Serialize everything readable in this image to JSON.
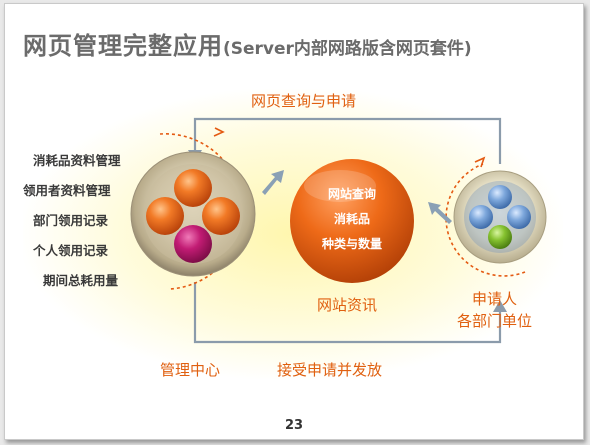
{
  "title": {
    "main": "网页管理完整应用",
    "sub": "(Server内部网路版含网页套件)"
  },
  "flows": {
    "top": "网页查询与申请",
    "bottom": "接受申请并发放"
  },
  "left_items": [
    "消耗品资料管理",
    "领用者资料管理",
    "部门领用记录",
    "个人领用记录",
    "期间总耗用量"
  ],
  "left_caption": "管理中心",
  "center": {
    "lines": [
      "网站查询",
      "消耗品",
      "种类与数量"
    ],
    "caption": "网站资讯"
  },
  "right_caption": {
    "line1": "申请人",
    "line2": "各部门单位"
  },
  "page_number": "23",
  "colors": {
    "accent_orange": "#e06010",
    "title_gray": "#6b6b6b",
    "hub_orange": "#ee6a18",
    "hub_magenta": "#b8146a",
    "node_blue": "#6f9ed6",
    "node_green": "#78b82a",
    "arrow_gray": "#8aa0b5"
  }
}
